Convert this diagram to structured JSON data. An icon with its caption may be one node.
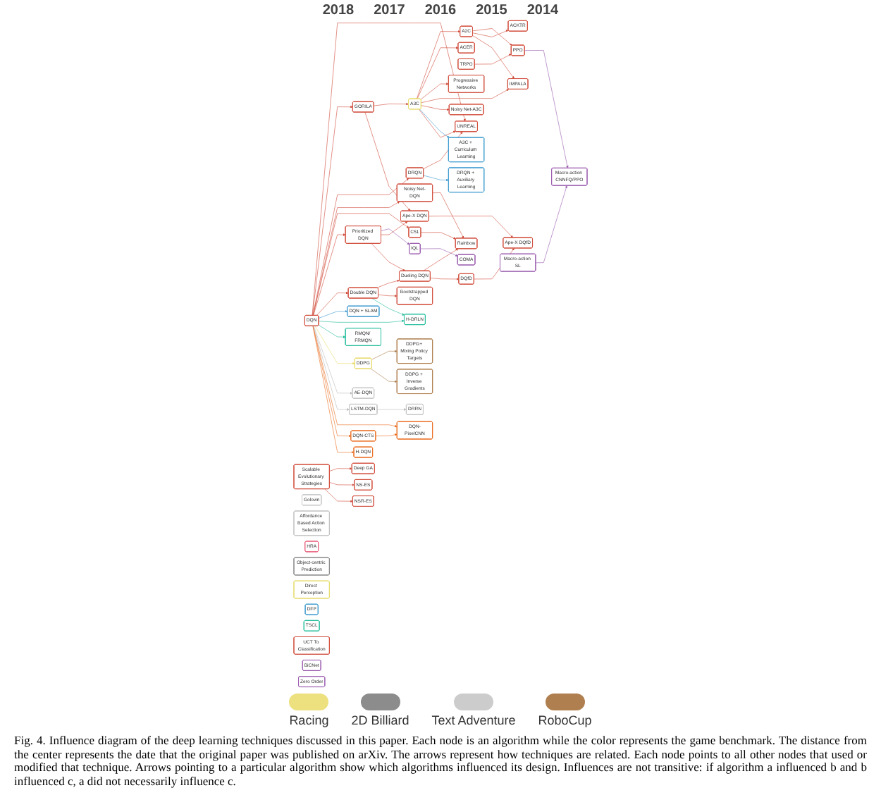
{
  "diagram": {
    "caption": "Fig. 4. Influence diagram of the deep learning techniques discussed in this paper. Each node is an algorithm while the color represents the game benchmark. The distance from the center represents the date that the original paper was published on arXiv. The arrows represent how techniques are related. Each node points to all other nodes that used or modified that technique. Arrows pointing to a particular algorithm show which algorithms influenced its design. Influences are not transitive: if algorithm a influenced b and b influenced c, a did not necessarily influence c.",
    "nodes": [
      {
        "text": [
          "DQN"
        ]
      },
      {
        "text": [
          "Golovin"
        ]
      },
      {
        "text": [
          "Affordance Based Action Selection"
        ]
      },
      {
        "text": [
          "AE-DQN"
        ]
      },
      {
        "text": [
          "HRA"
        ]
      },
      {
        "text": [
          "H-DQN"
        ]
      },
      {
        "text": [
          "DQN-PixelCNN"
        ]
      },
      {
        "text": [
          "DQN-CTS"
        ]
      },
      {
        "text": [
          "DRRN"
        ]
      },
      {
        "text": [
          "LSTM-DQN"
        ]
      },
      {
        "text": [
          "DDPG + Inverse Gradients"
        ]
      },
      {
        "text": [
          "DDPG"
        ]
      },
      {
        "text": [
          "DDPG+ Mixing Policy Targets"
        ]
      },
      {
        "text": [
          "Object-centric Prediction"
        ]
      },
      {
        "text": [
          "RMQN/ FRMQN"
        ]
      },
      {
        "text": [
          "Direct Perception"
        ]
      },
      {
        "text": [
          "DFP"
        ]
      },
      {
        "text": [
          "TSCL"
        ]
      },
      {
        "text": [
          "DQN + SLAM"
        ]
      },
      {
        "text": [
          "H-DRLN"
        ]
      },
      {
        "text": [
          "A3C + Curriculum Learning"
        ]
      },
      {
        "text": [
          "Scalable Evolutionary Strategies"
        ]
      },
      {
        "text": [
          "Double DQN"
        ]
      },
      {
        "text": [
          "UCT To Classification"
        ]
      },
      {
        "text": [
          "Bootstrapped DQN"
        ]
      },
      {
        "text": [
          "DRQN"
        ]
      },
      {
        "text": [
          "DRQN + Auxiliary Learning"
        ]
      },
      {
        "text": [
          "NSR-ES"
        ]
      },
      {
        "text": [
          "Dueling DQN"
        ]
      },
      {
        "text": [
          "TRPO"
        ]
      },
      {
        "text": [
          "GORILA"
        ]
      },
      {
        "text": [
          "UNREAL"
        ]
      },
      {
        "text": [
          "NS-ES"
        ]
      },
      {
        "text": [
          "BiCNet"
        ]
      },
      {
        "text": [
          "Prioritized DQN"
        ]
      },
      {
        "text": [
          "A3C"
        ]
      },
      {
        "text": [
          "Noisy Net-A3C"
        ]
      },
      {
        "text": [
          "Deep GA"
        ]
      },
      {
        "text": [
          "DQfD"
        ]
      },
      {
        "text": [
          "Zero Order"
        ]
      },
      {
        "text": [
          "Progressive Networks"
        ]
      },
      {
        "text": [
          "A2C"
        ]
      },
      {
        "text": [
          "IMPALA"
        ]
      },
      {
        "text": [
          "ACER"
        ]
      },
      {
        "text": [
          "ACKTR"
        ]
      },
      {
        "text": [
          "Ape-X DQfD"
        ]
      },
      {
        "text": [
          "Rainbow"
        ]
      },
      {
        "text": [
          "COMA"
        ]
      },
      {
        "text": [
          "IQL"
        ]
      },
      {
        "text": [
          "PPO"
        ]
      },
      {
        "text": [
          "Macro-action SL"
        ]
      },
      {
        "text": [
          "Macro-action CNNFQ/PPO"
        ]
      },
      {
        "text": [
          "C51"
        ]
      },
      {
        "text": [
          "Noisy Net-DQN"
        ]
      },
      {
        "text": [
          "Ape-X DQN"
        ]
      }
    ],
    "edges": [
      {
        "from": 0,
        "to": 5,
        "arrow": "to",
        "color": "#ea7024"
      },
      {
        "from": 0,
        "to": 7,
        "arrow": "to",
        "color": "#ea7024"
      },
      {
        "from": 0,
        "to": 6,
        "arrow": "to",
        "color": "#ea7024"
      },
      {
        "from": 7,
        "to": 6,
        "arrow": "to",
        "color": "#ea7024"
      },
      {
        "from": 0,
        "to": 9,
        "arrow": "to",
        "color": "#bbbbbb"
      },
      {
        "from": 9,
        "to": 8,
        "arrow": "to",
        "color": "#bbbbbb"
      },
      {
        "from": 0,
        "to": 3,
        "arrow": "to",
        "color": "#bbbbbb"
      },
      {
        "from": 0,
        "to": 11,
        "arrow": "to",
        "color": "#e8dc70"
      },
      {
        "from": 11,
        "to": 10,
        "arrow": "to",
        "color": "#b07f4f"
      },
      {
        "from": 11,
        "to": 12,
        "arrow": "to",
        "color": "#b07f4f"
      },
      {
        "from": 0,
        "to": 14,
        "arrow": "to",
        "color": "#25bd9c"
      },
      {
        "from": 0,
        "to": 19,
        "arrow": "to",
        "color": "#25bd9c"
      },
      {
        "from": 22,
        "to": 19,
        "arrow": "to",
        "color": "#25bd9c"
      },
      {
        "from": 0,
        "to": 18,
        "arrow": "to",
        "color": "#3f9bd0"
      },
      {
        "from": 0,
        "to": 22,
        "arrow": "to"
      },
      {
        "from": 22,
        "to": 24,
        "arrow": "to"
      },
      {
        "from": 22,
        "to": 28,
        "arrow": "to"
      },
      {
        "from": 34,
        "to": 28,
        "arrow": "to"
      },
      {
        "from": 0,
        "to": 34,
        "arrow": "to"
      },
      {
        "from": 28,
        "to": 38,
        "arrow": "to"
      },
      {
        "from": 28,
        "to": 46,
        "arrow": "to"
      },
      {
        "from": 38,
        "to": 45,
        "arrow": "to"
      },
      {
        "from": 34,
        "to": 54,
        "arrow": "to"
      },
      {
        "from": 34,
        "to": 48,
        "arrow": "to",
        "color": "#9b5fb0"
      },
      {
        "from": 48,
        "to": 47,
        "arrow": "to",
        "color": "#9b5fb0"
      },
      {
        "from": 0,
        "to": 52,
        "arrow": "to"
      },
      {
        "from": 0,
        "to": 53,
        "arrow": "to"
      },
      {
        "from": 52,
        "to": 46,
        "arrow": "to"
      },
      {
        "from": 53,
        "to": 46,
        "arrow": "to"
      },
      {
        "from": 54,
        "to": 45,
        "arrow": "to"
      },
      {
        "from": 30,
        "to": 54,
        "arrow": "to"
      },
      {
        "from": 21,
        "to": 27,
        "arrow": "to"
      },
      {
        "from": 21,
        "to": 32,
        "arrow": "to"
      },
      {
        "from": 21,
        "to": 37,
        "arrow": "to"
      },
      {
        "from": 0,
        "to": 25,
        "arrow": "to"
      },
      {
        "from": 0,
        "to": 30,
        "arrow": "to"
      },
      {
        "from": 0,
        "to": 31,
        "arrow": "to"
      },
      {
        "from": 25,
        "to": 26,
        "arrow": "to",
        "color": "#3f9bd0"
      },
      {
        "from": 25,
        "to": 31,
        "arrow": "to"
      },
      {
        "from": 30,
        "to": 35,
        "arrow": "to"
      },
      {
        "from": 35,
        "to": 31,
        "arrow": "to"
      },
      {
        "from": 35,
        "to": 20,
        "arrow": "to",
        "color": "#3f9bd0"
      },
      {
        "from": 35,
        "to": 36,
        "arrow": "to"
      },
      {
        "from": 35,
        "to": 42,
        "arrow": "to"
      },
      {
        "from": 35,
        "to": 40,
        "arrow": "to"
      },
      {
        "from": 35,
        "to": 43,
        "arrow": "to"
      },
      {
        "from": 35,
        "to": 41,
        "arrow": "to"
      },
      {
        "from": 41,
        "to": 42,
        "arrow": "to"
      },
      {
        "from": 41,
        "to": 44,
        "arrow": "to"
      },
      {
        "from": 41,
        "to": 49,
        "arrow": "to"
      },
      {
        "from": 29,
        "to": 49,
        "arrow": "to"
      },
      {
        "from": 49,
        "to": 51,
        "arrow": "to",
        "color": "#9b5fb0"
      },
      {
        "from": 50,
        "to": 51,
        "arrow": "to",
        "color": "#9b5fb0"
      }
    ],
    "labels": [
      "2018",
      "2017",
      "2016",
      "2015",
      "2014"
    ],
    "legend": [
      {
        "text": "Racing",
        "color": "#ece07f"
      },
      {
        "text": "2D Billiard",
        "color": "#8c8c8c"
      },
      {
        "text": "Text Adventure",
        "color": "#cccccc"
      },
      {
        "text": "RoboCup",
        "color": "#b07f4f"
      }
    ]
  }
}
